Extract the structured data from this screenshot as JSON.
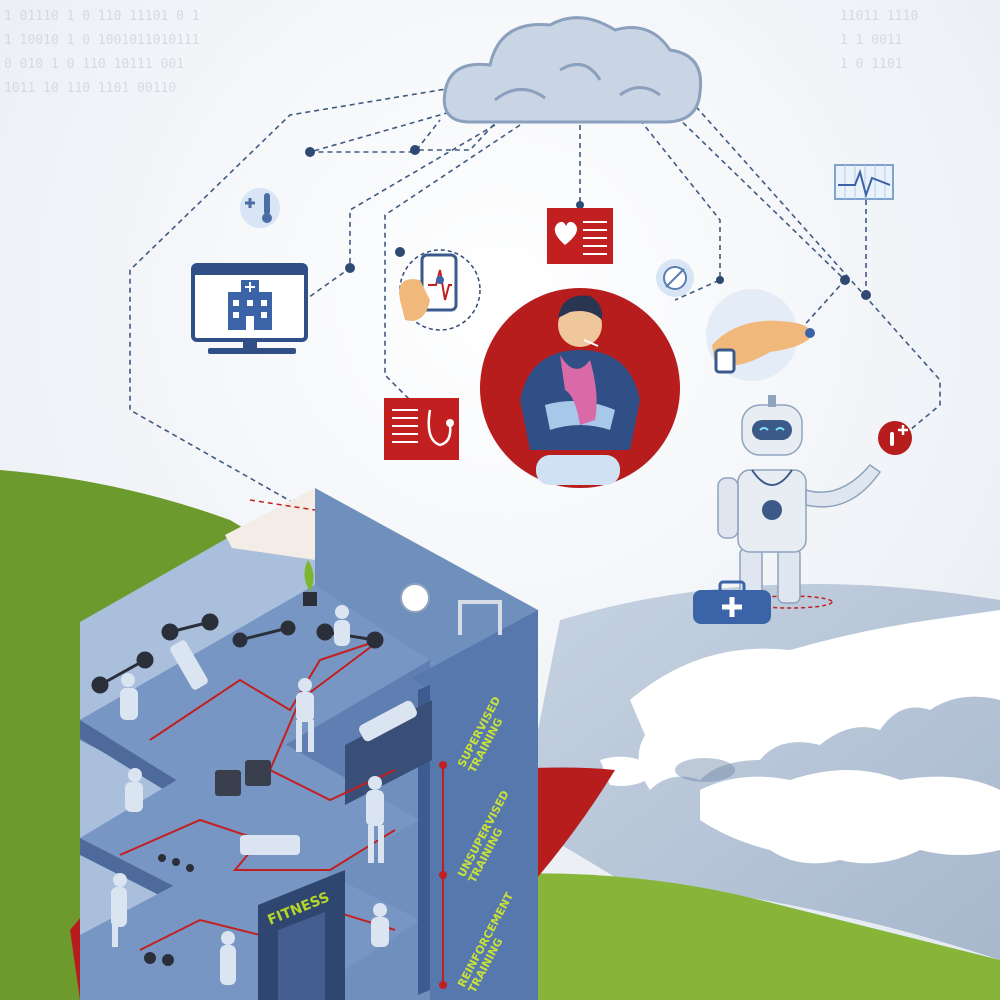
{
  "scene": {
    "binary_rows": [
      "1 01110    1 0   110  11101  0 1",
      "1 10010    1 0   1001011010111",
      "0 010      1 0   110  10111 001",
      "  1011     10    110 1101 00110"
    ],
    "binary_right": [
      "11011 1110",
      "  1 1 0011",
      "  1 0 1101"
    ],
    "gym_sections": [
      {
        "line1": "SUPERVISED",
        "line2": "TRAINING"
      },
      {
        "line1": "UNSUPERVISED",
        "line2": "TRAINING"
      },
      {
        "line1": "REINFORCEMENT",
        "line2": "TRAINING"
      }
    ],
    "gym_sign": "FITNESS"
  }
}
